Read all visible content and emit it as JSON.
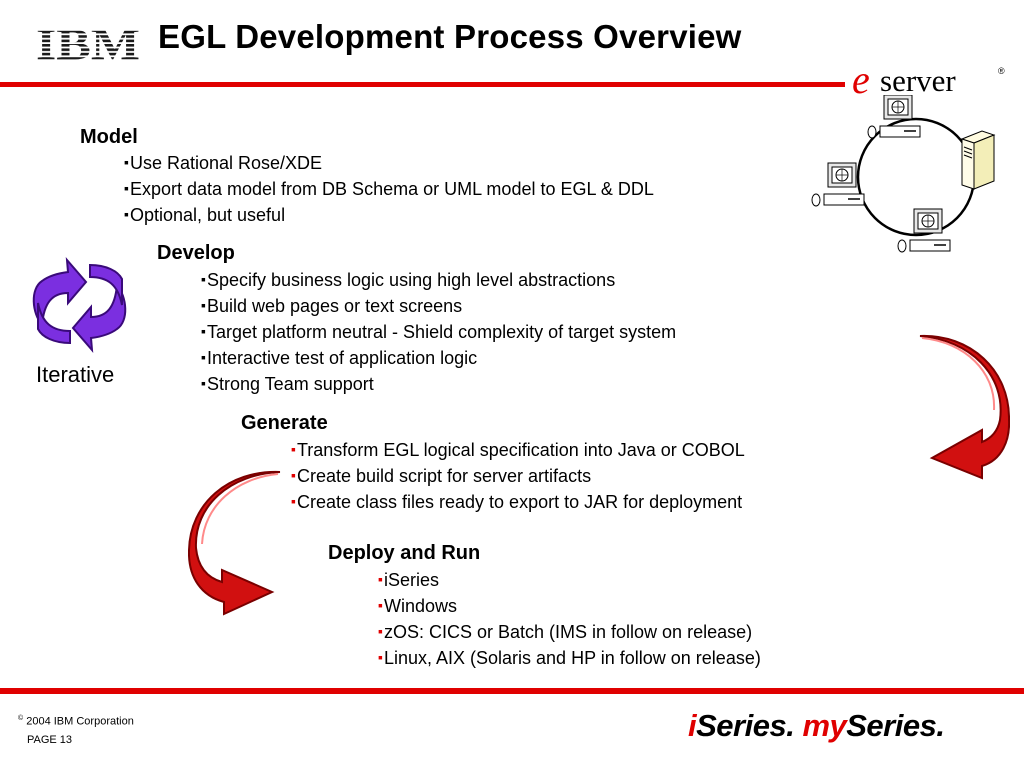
{
  "header": {
    "logo_text": "IBM",
    "title": "EGL Development Process Overview",
    "brand_mark_e": "e",
    "brand_mark_word": "server",
    "brand_mark_reg": "®"
  },
  "sections": {
    "model": {
      "heading": "Model",
      "items": [
        "Use Rational Rose/XDE",
        "Export data model from DB Schema or UML model to EGL & DDL",
        "Optional, but useful"
      ]
    },
    "develop": {
      "heading": "Develop",
      "items": [
        "Specify business logic using high level abstractions",
        "Build web pages or text screens",
        "Target platform  neutral - Shield complexity of target system",
        "Interactive test of application logic",
        "Strong Team support"
      ]
    },
    "generate": {
      "heading": "Generate",
      "items": [
        "Transform EGL logical specification into Java or COBOL",
        "Create build script for server artifacts",
        "Create class files ready to export to JAR for deployment"
      ]
    },
    "deploy": {
      "heading": "Deploy and Run",
      "items": [
        "iSeries",
        "Windows",
        "zOS: CICS or Batch (IMS in follow on release)",
        "Linux, AIX   (Solaris and HP in follow on release)"
      ]
    }
  },
  "iterative_label": "Iterative",
  "bullet_glyph": "▪",
  "footer": {
    "copyright_symbol": "©",
    "copyright_text": " 2004 IBM Corporation",
    "page_label": "PAGE 13",
    "brand_i": "i",
    "brand_series1": "Series. ",
    "brand_my": "my",
    "brand_series2": "Series."
  },
  "colors": {
    "accent": "#e00000",
    "arrow_purple": "#7b2fe0",
    "arrow_red": "#d11010"
  }
}
